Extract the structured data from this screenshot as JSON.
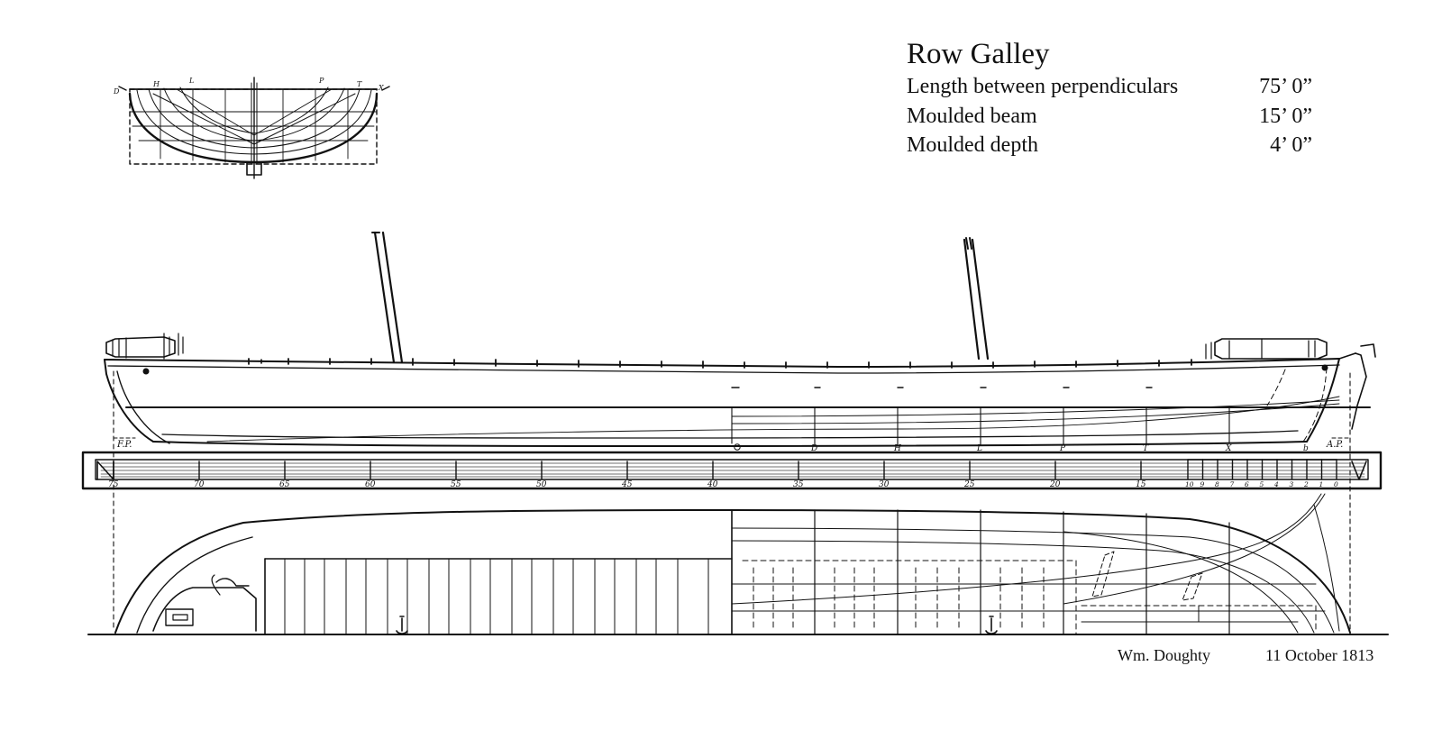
{
  "drawing": {
    "title": "Row Galley",
    "dimensions": [
      {
        "label": "Length between perpendiculars",
        "value": "75’ 0”"
      },
      {
        "label": "Moulded beam",
        "value": "15’ 0”"
      },
      {
        "label": "Moulded depth",
        "value": "4’ 0”"
      }
    ],
    "draftsman": "Wm. Doughty",
    "date": "11 October 1813"
  },
  "scale_bar": {
    "labels": [
      "75",
      "70",
      "65",
      "60",
      "55",
      "50",
      "45",
      "40",
      "35",
      "30",
      "25",
      "20",
      "15",
      "10",
      "9",
      "8",
      "7",
      "6",
      "5",
      "4",
      "3",
      "2",
      "1",
      "0"
    ]
  },
  "perpendiculars": {
    "forward": "F.P.",
    "aft": "A.P."
  },
  "station_letters": [
    "D",
    "H",
    "L",
    "P",
    "T",
    "X",
    "b"
  ],
  "body_plan_labels": [
    "D",
    "H",
    "L",
    "P",
    "T",
    "X"
  ]
}
